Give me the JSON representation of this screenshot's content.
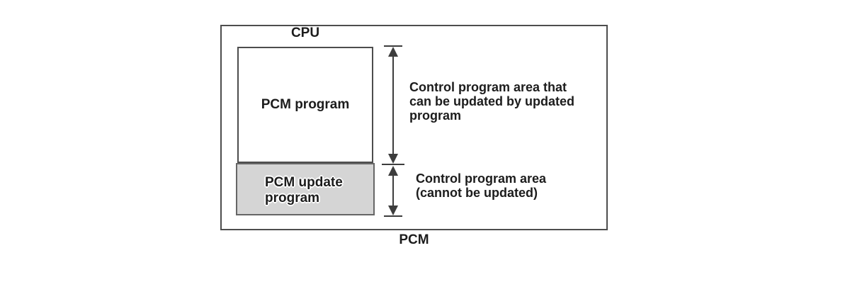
{
  "diagram": {
    "cpu_label": "CPU",
    "pcm_label": "PCM",
    "pcm_program_label": "PCM program",
    "pcm_update_program_lines": [
      "PCM update",
      "program"
    ],
    "annotations": {
      "updatable": {
        "lines": [
          "Control program area that",
          "can be updated by updated",
          "program"
        ]
      },
      "non_updatable": {
        "lines": [
          "Control program area",
          "(cannot be updated)"
        ]
      }
    },
    "colors": {
      "line": "#3d3d3d",
      "box_border": "#4d4d4d",
      "gray_box_border": "#666666",
      "gray_fill": "#d5d5d5",
      "text": "#1c1c1c",
      "background": "#ffffff"
    }
  }
}
